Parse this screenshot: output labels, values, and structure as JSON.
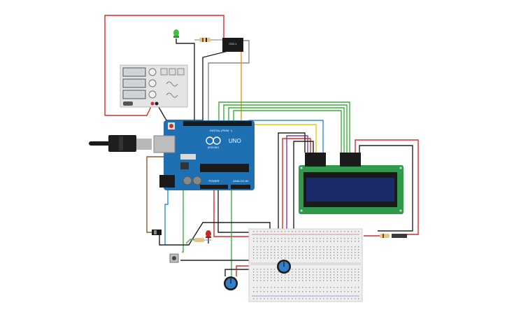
{
  "board": {
    "logo_text": "UNO",
    "brand_text": "ARDUINO",
    "digital_label": "DIGITAL (PWM ~)",
    "power_label": "POWER",
    "analog_label": "ANALOG IN"
  },
  "relay": {
    "label": "G5V-1"
  },
  "colors": {
    "wire_red": "#d32f2f",
    "wire_black": "#222222",
    "wire_gray": "#8a8a8a",
    "wire_green": "#3fae3f",
    "wire_orange": "#e8941a",
    "wire_yellow": "#e6c619",
    "wire_blue": "#2f8fd8",
    "wire_purple": "#7b3fa6",
    "wire_brown": "#8b5a2b",
    "board_blue": "#1f6fb3",
    "lcd_green": "#2f9a4a",
    "lcd_screen": "#1b2a6b"
  }
}
